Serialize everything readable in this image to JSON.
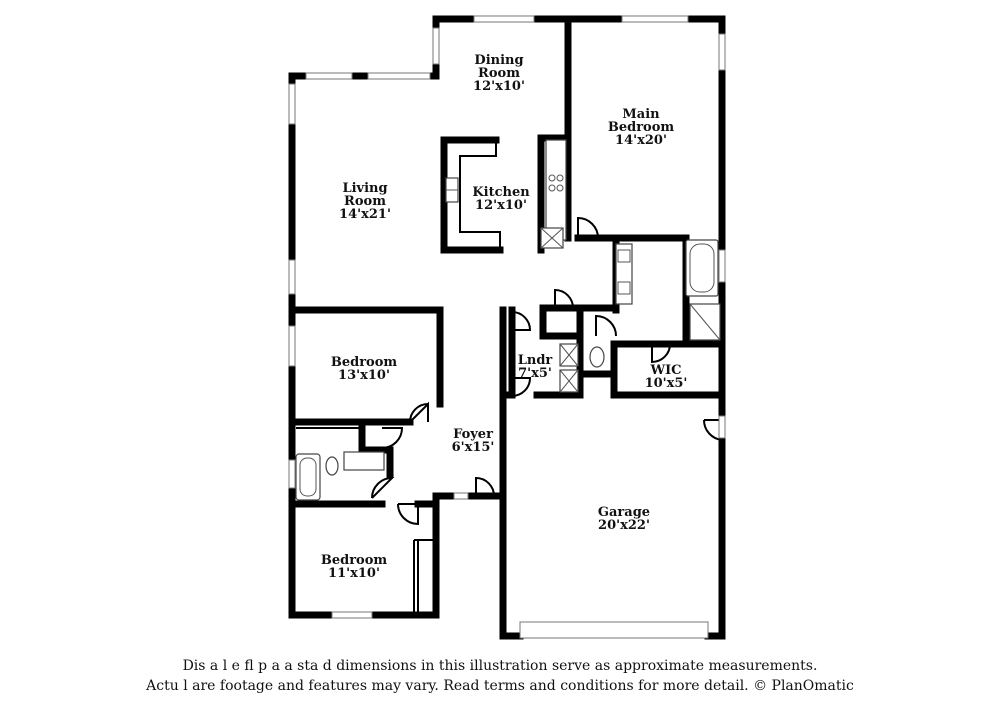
{
  "rooms": {
    "dining": {
      "name_1": "Dining",
      "name_2": "Room",
      "dims": "12'x10'"
    },
    "main_bedroom": {
      "name_1": "Main",
      "name_2": "Bedroom",
      "dims": "14'x20'"
    },
    "living": {
      "name_1": "Living",
      "name_2": "Room",
      "dims": "14'x21'"
    },
    "kitchen": {
      "name": "Kitchen",
      "dims": "12'x10'"
    },
    "bedroom_1": {
      "name": "Bedroom",
      "dims": "13'x10'"
    },
    "laundry": {
      "name": "Lndr",
      "dims": "7'x5'"
    },
    "wic": {
      "name": "WIC",
      "dims": "10'x5'"
    },
    "foyer": {
      "name": "Foyer",
      "dims": "6'x15'"
    },
    "garage": {
      "name": "Garage",
      "dims": "20'x22'"
    },
    "bedroom_2": {
      "name": "Bedroom",
      "dims": "11'x10'"
    }
  },
  "disclaimer": {
    "line_1": "Dis  a   l  e fl   p a  a  sta  d dimensions in this illustration serve as approximate measurements.",
    "line_2": "Actu  l   are footage and features may vary. Read terms and conditions for more detail. © PlanOmatic"
  }
}
